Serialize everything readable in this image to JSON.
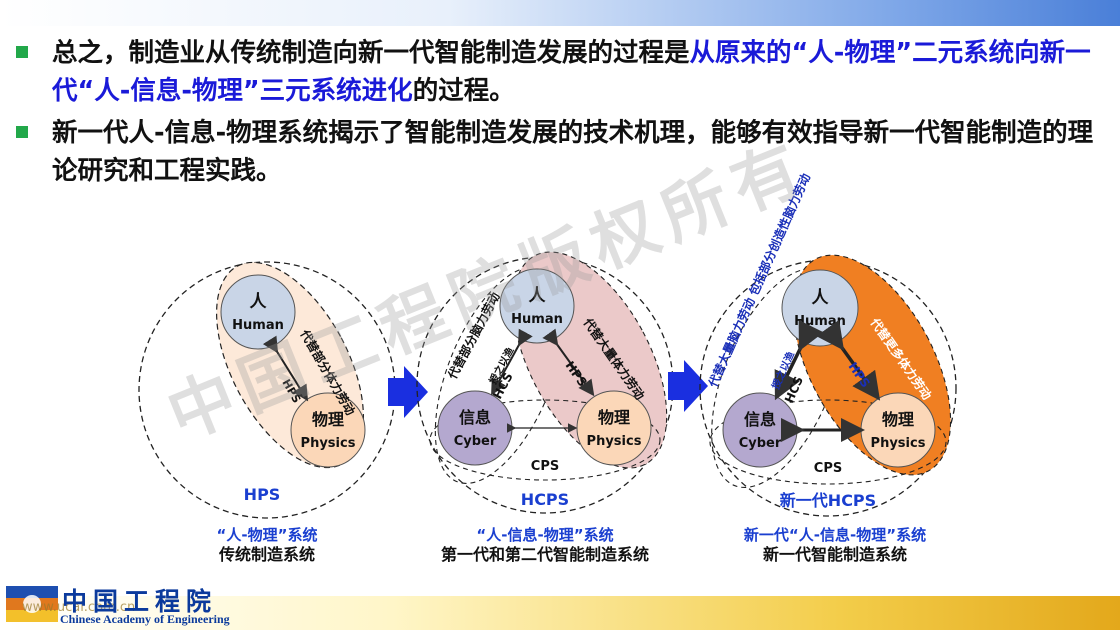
{
  "bullets": [
    {
      "segments": [
        {
          "text": "总之，制造业从传统制造向新一代智能制造发展的过程是",
          "highlight": false
        },
        {
          "text": "从原来的“人-物理”二元系统向新一代“人-信息-物理”三元系统进化",
          "highlight": true
        },
        {
          "text": "的过程。",
          "highlight": false
        }
      ]
    },
    {
      "segments": [
        {
          "text": "新一代人-信息-物理系统揭示了智能制造发展的技术机理，能够有效指导新一代智能制造的理论研究和工程实践。",
          "highlight": false
        }
      ]
    }
  ],
  "watermark": "中国工程院版权所有",
  "diagrams": [
    {
      "human": {
        "cn": "人",
        "en": "Human"
      },
      "physics": {
        "cn": "物理",
        "en": "Physics"
      },
      "edge_label": "HPS",
      "edge_text": "代替部分体力劳动",
      "system_label": "HPS",
      "caption_1": "“人-物理”系统",
      "caption_2": "传统制造系统"
    },
    {
      "human": {
        "cn": "人",
        "en": "Human"
      },
      "cyber": {
        "cn": "信息",
        "en": "Cyber"
      },
      "physics": {
        "cn": "物理",
        "en": "Physics"
      },
      "hcs_label": "HCS",
      "hcs_text_1": "代替部分脑力劳动",
      "hcs_text_2": "授之以渔",
      "hps_label": "HPS",
      "hps_text": "代替大量体力劳动",
      "cps_label": "CPS",
      "system_label": "HCPS",
      "caption_1": "“人-信息-物理”系统",
      "caption_2": "第一代和第二代智能制造系统"
    },
    {
      "human": {
        "cn": "人",
        "en": "Human"
      },
      "cyber": {
        "cn": "信息",
        "en": "Cyber"
      },
      "physics": {
        "cn": "物理",
        "en": "Physics"
      },
      "hcs_label": "HCS",
      "hcs_text_1": "代替大量脑力劳动 包括部分创造性脑力劳动",
      "hcs_text_2": "授之以渔",
      "hps_label": "HPS",
      "hps_text": "代替更多体力劳动",
      "cps_label": "CPS",
      "system_label": "新一代HCPS",
      "caption_1": "新一代“人-信息-物理”系统",
      "caption_2": "新一代智能制造系统"
    }
  ],
  "logo": {
    "cn": "中国工程院",
    "en": "Chinese Academy of Engineering",
    "url": "www.ucai.com.cn"
  },
  "colors": {
    "bullet": "#22a84a",
    "highlight": "#1a1ad8",
    "human_fill": "#c9d5e7",
    "cyber_fill": "#b4a8cf",
    "physics_fill": "#fbd7b8",
    "ellipse1_fill": "#fde9d9",
    "ellipse2_fill": "#ebc9c9",
    "ellipse3_fill": "#f07f22",
    "arrow": "#1a2fe0",
    "caption_blue": "#1a3fd0"
  }
}
